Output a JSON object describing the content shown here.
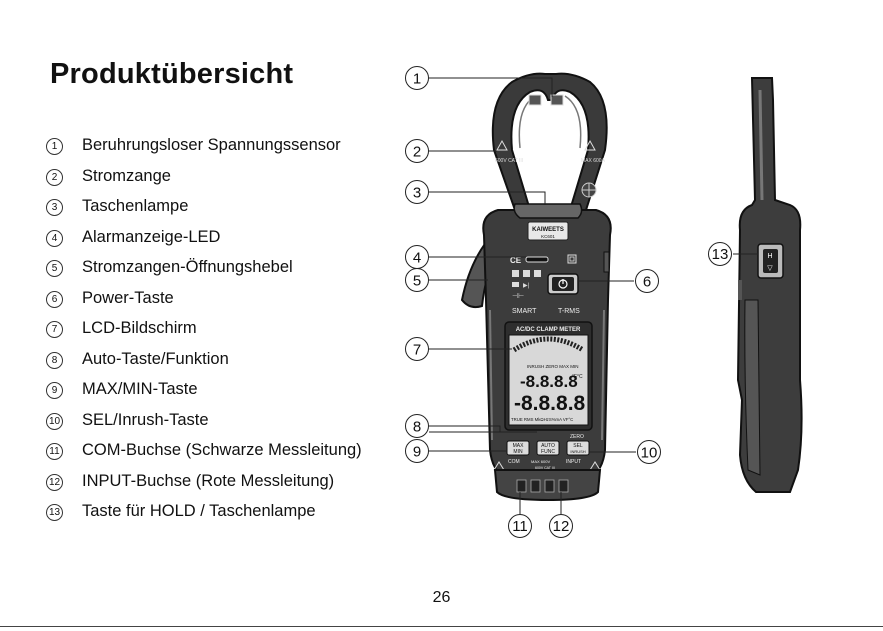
{
  "page": {
    "title": "Produktübersicht",
    "page_number": "26"
  },
  "items": [
    {
      "num": "1",
      "label": "Beruhrungsloser Spannungssensor"
    },
    {
      "num": "2",
      "label": "Stromzange"
    },
    {
      "num": "3",
      "label": "Taschenlampe"
    },
    {
      "num": "4",
      "label": "Alarmanzeige-LED"
    },
    {
      "num": "5",
      "label": "Stromzangen-Öffnungshebel"
    },
    {
      "num": "6",
      "label": "Power-Taste"
    },
    {
      "num": "7",
      "label": "LCD-Bildschirm"
    },
    {
      "num": "8",
      "label": "Auto-Taste/Funktion"
    },
    {
      "num": "9",
      "label": "MAX/MIN-Taste"
    },
    {
      "num": "10",
      "label": "SEL/Inrush-Taste"
    },
    {
      "num": "11",
      "label": "COM-Buchse (Schwarze Messleitung)"
    },
    {
      "num": "12",
      "label": "INPUT-Buchse (Rote Messleitung)"
    },
    {
      "num": "13",
      "label": "Taste für HOLD / Taschenlampe"
    }
  ],
  "callouts": [
    "1",
    "2",
    "3",
    "4",
    "5",
    "6",
    "7",
    "8",
    "9",
    "10",
    "11",
    "12",
    "13"
  ],
  "device": {
    "brand": "KAIWEETS",
    "model": "KC601",
    "smart": "SMART",
    "trms": "T-RMS",
    "screen_header": "AC/DC CLAMP METER",
    "lcd_top": "INRUSH ZERO MAX MIN",
    "lcd_digits1": "-8.8.8.8",
    "lcd_digits2": "-8.8.8.8",
    "lcd_unit1": "°F°C",
    "lcd_bottom": "TRUE RMS MkΩHzS%mA VF°C",
    "zero": "ZERO",
    "btn_maxmin_1": "MAX",
    "btn_maxmin_2": "MIN",
    "btn_auto_1": "AUTO",
    "btn_auto_2": "FUNC",
    "btn_sel_1": "SEL",
    "btn_sel_2": "INRUSH",
    "com": "COM",
    "input": "INPUT",
    "rating": "MAX 600V",
    "cat": "600V CAT III",
    "jaw_left_warn": "600V CAT III",
    "jaw_right_warn": "MAX 600A"
  }
}
